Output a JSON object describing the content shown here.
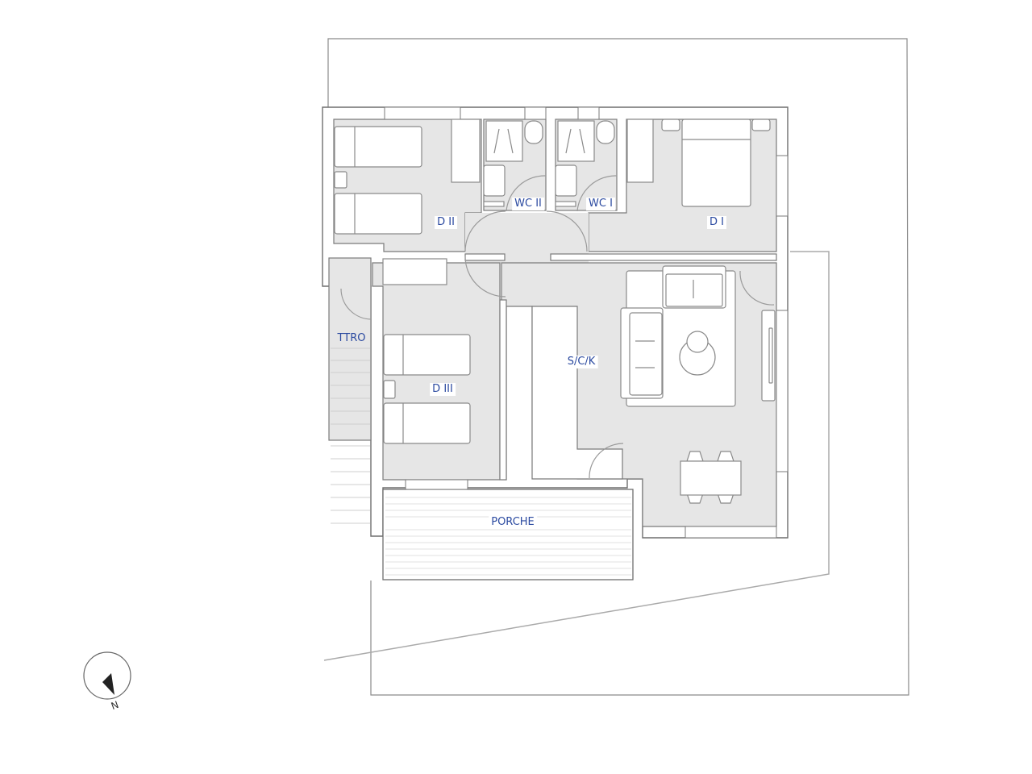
{
  "plan": {
    "rooms": [
      {
        "id": "d2",
        "label": "D II"
      },
      {
        "id": "wc2",
        "label": "WC II"
      },
      {
        "id": "wc1",
        "label": "WC I"
      },
      {
        "id": "d1",
        "label": "D I"
      },
      {
        "id": "ttro",
        "label": "TTRO"
      },
      {
        "id": "d3",
        "label": "D III"
      },
      {
        "id": "sck",
        "label": "S/C/K"
      },
      {
        "id": "porche",
        "label": "PORCHE"
      }
    ],
    "compass": {
      "label": "N",
      "icon": "north-arrow-icon"
    },
    "colors": {
      "floor": "#e6e6e6",
      "wall": "#ffffff",
      "line": "#6e6e6e",
      "label": "#2b4aa0"
    }
  }
}
